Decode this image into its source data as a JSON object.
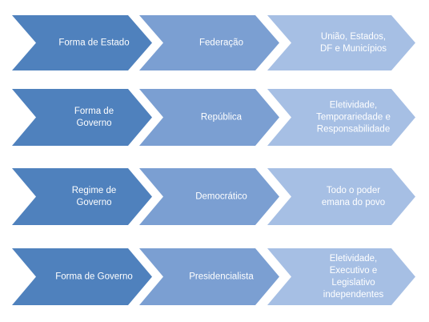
{
  "colors": {
    "step1": "#4f81bd",
    "step2": "#7b9fd2",
    "step3": "#a6bfe4",
    "text": "#ffffff"
  },
  "rows": [
    {
      "steps": [
        {
          "lines": [
            "Forma de Estado"
          ]
        },
        {
          "lines": [
            "Federação"
          ]
        },
        {
          "lines": [
            "União, Estados,",
            "DF e Municípios"
          ]
        }
      ]
    },
    {
      "steps": [
        {
          "lines": [
            "Forma de",
            "Governo"
          ]
        },
        {
          "lines": [
            "República"
          ]
        },
        {
          "lines": [
            "Eletividade,",
            "Temporariedade e",
            "Responsabilidade"
          ]
        }
      ]
    },
    {
      "steps": [
        {
          "lines": [
            "Regime  de",
            "Governo"
          ]
        },
        {
          "lines": [
            "Democrático"
          ]
        },
        {
          "lines": [
            "Todo o poder",
            "emana do povo"
          ]
        }
      ]
    },
    {
      "steps": [
        {
          "lines": [
            "Forma de Governo"
          ]
        },
        {
          "lines": [
            "Presidencialista"
          ]
        },
        {
          "lines": [
            "Eletividade,",
            "Executivo e",
            "Legislativo",
            "independentes"
          ]
        }
      ]
    }
  ]
}
